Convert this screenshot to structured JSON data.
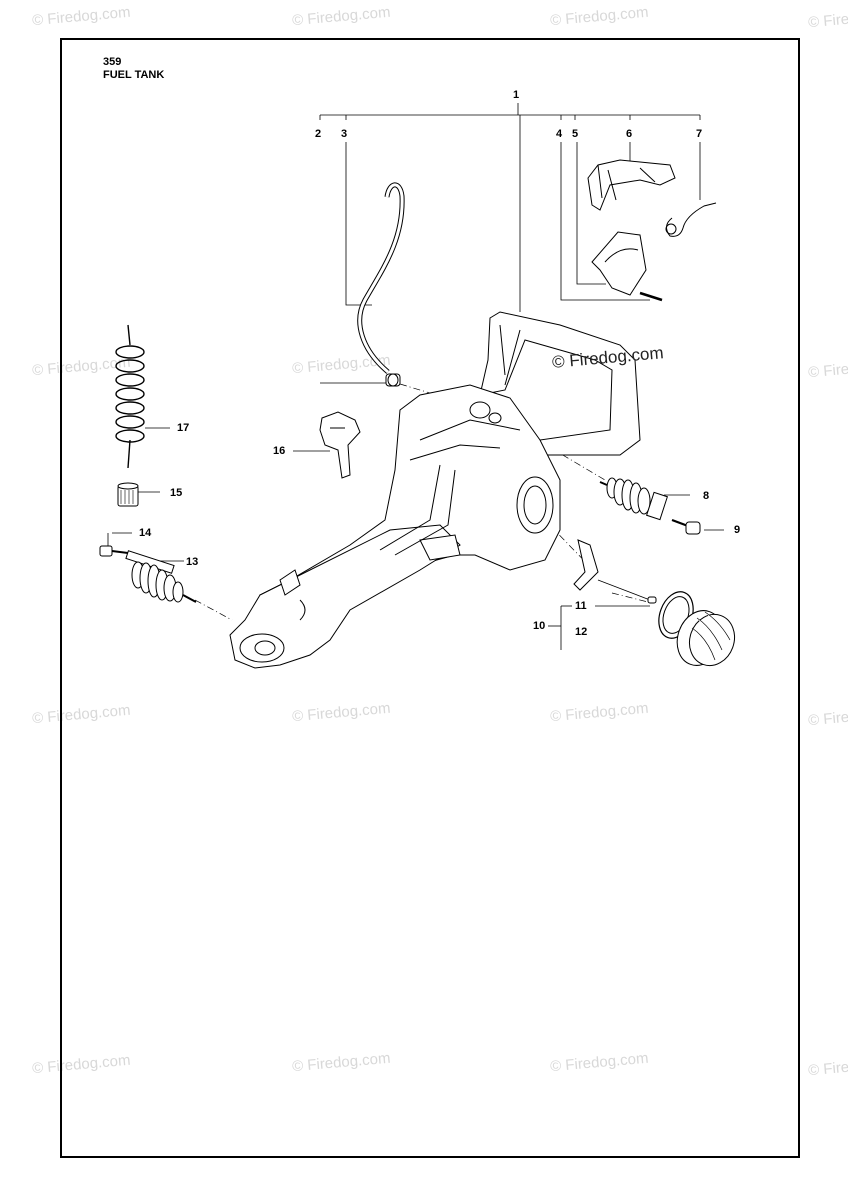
{
  "header": {
    "model": "359",
    "title": "FUEL TANK"
  },
  "watermark_text": "© Firedog.com",
  "callouts": [
    "1",
    "2",
    "3",
    "4",
    "5",
    "6",
    "7",
    "8",
    "9",
    "10",
    "11",
    "12",
    "13",
    "14",
    "15",
    "16",
    "17"
  ]
}
